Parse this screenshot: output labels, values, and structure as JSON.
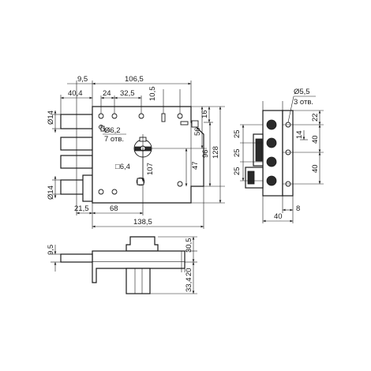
{
  "front_view": {
    "top_dims": {
      "d_9_5": "9,5",
      "d_106_5": "106,5",
      "d_24": "24",
      "d_32_5": "32,5",
      "d_10_5": "10,5",
      "d_40_4": "40,4"
    },
    "left_dims": {
      "d14_top": "Ø14",
      "d14_bottom": "Ø14"
    },
    "inner_labels": {
      "hole_62": "Ø6,2",
      "holes_7": "7 отв.",
      "square_64": "□6,4",
      "d_107": "107",
      "d_47": "47"
    },
    "right_dims": {
      "d_16": "16",
      "d_56": "56",
      "d_96": "96",
      "d_128": "128"
    },
    "bottom_dims": {
      "d_21_5": "21,5",
      "d_68": "68",
      "d_138_5": "138,5"
    }
  },
  "side_view": {
    "top_labels": {
      "d_5_5": "Ø5,5",
      "holes_3": "3 отв."
    },
    "left_dims": {
      "d_25_a": "25",
      "d_25_b": "25",
      "d_25_c": "25"
    },
    "right_dims": {
      "d_22": "22",
      "d_14": "14",
      "d_40_a": "40",
      "d_40_b": "40"
    },
    "bottom_dims": {
      "d_40": "40",
      "d_8": "8"
    }
  },
  "bottom_view": {
    "left_dims": {
      "d_9_5": "9,5"
    },
    "right_dims": {
      "d_30_5": "30,5",
      "d_20": "20",
      "d_33_4": "33,4"
    }
  }
}
